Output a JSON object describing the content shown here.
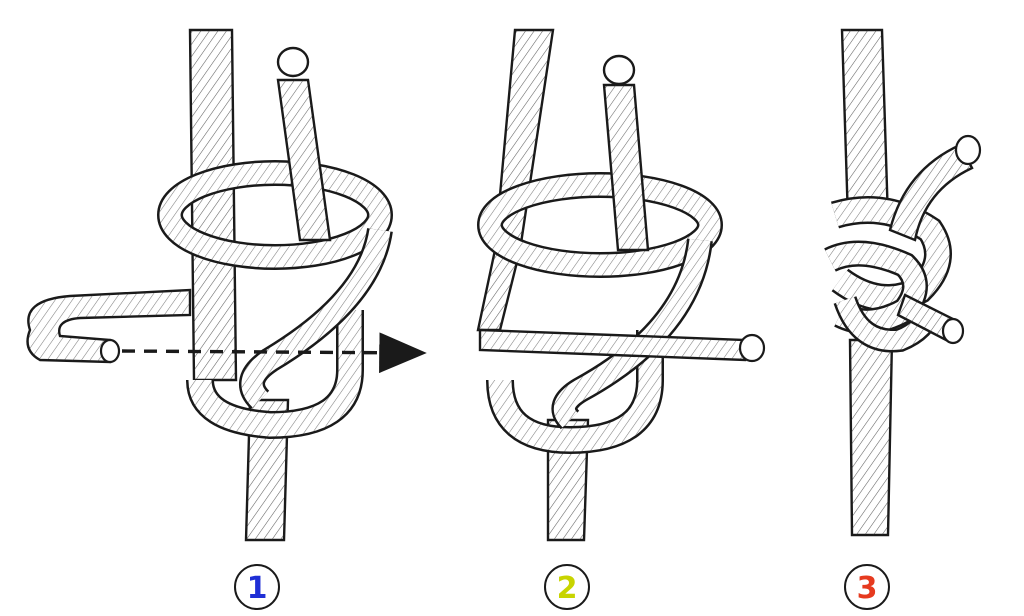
{
  "colors": {
    "ink": "#1a1a1a",
    "rope_fill": "#ffffff",
    "hatch": "#2a2a2a"
  },
  "steps": [
    {
      "number": "1",
      "color": "#1f2fd6"
    },
    {
      "number": "2",
      "color": "#c8d400"
    },
    {
      "number": "3",
      "color": "#e63a1f"
    }
  ]
}
